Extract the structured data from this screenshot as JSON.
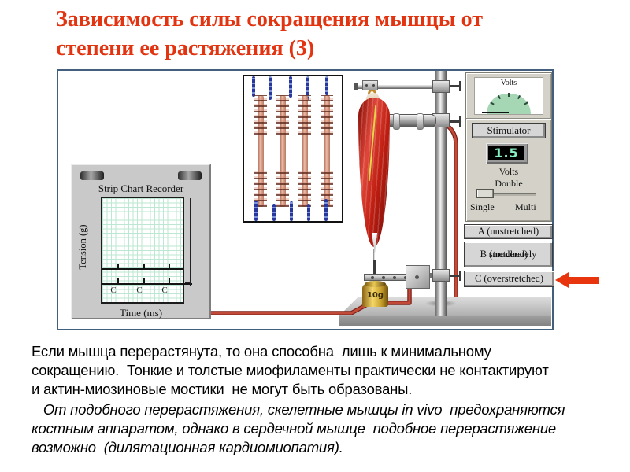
{
  "slide": {
    "title": {
      "lines": [
        "Зависимость силы сокращения мышцы от",
        "степени ее растяжения  (3)"
      ],
      "color": "#e23410"
    },
    "body": {
      "paragraph1_lines": [
        "Если мышца перерастянута, то она способна  лишь к минимальному",
        "сокращению.  Тонкие и толстые миофиламенты практически не контактируют",
        "и актин-миозиновые мостики  не могут быть образованы."
      ],
      "paragraph2_lines": [
        "   От подобного перерастяжения, скелетные мышцы in vivo  предохраняются",
        "костным аппаратом, однако в сердечной мышце  подобное перерастяжение",
        "возможно  (дилятационная кардиомиопатия)."
      ]
    },
    "annotation_arrow_color": "#e8350e"
  },
  "simulation": {
    "recorder": {
      "title": "Strip Chart Recorder",
      "y_axis_label": "Tension (g)",
      "x_axis_label": "Time (ms)",
      "stimulus_marks": [
        "C",
        "C",
        "C"
      ],
      "trace_note": "flat baseline with three minimal twitches"
    },
    "stimulator_panel": {
      "meter_label": "Volts",
      "stimulate_button": "Stimulator",
      "voltage_value": "1.5",
      "voltage_unit": "Volts",
      "mode_top": "Double",
      "mode_left": "Single",
      "mode_right": "Multi"
    },
    "stretch_buttons": {
      "a": "A (unstretched)",
      "b_line1": "B (moderately",
      "b_line2": "stretched)",
      "c": "C (overstretched)"
    },
    "weight_label": "10g",
    "colors": {
      "gauge_green": "#a6d7b4",
      "display_green": "#86f0c0",
      "cable_red": "#b03a2e",
      "muscle_red": "#c01f12",
      "myosin_salmon": "#edbca8",
      "actin_blue": "#27379b"
    }
  }
}
